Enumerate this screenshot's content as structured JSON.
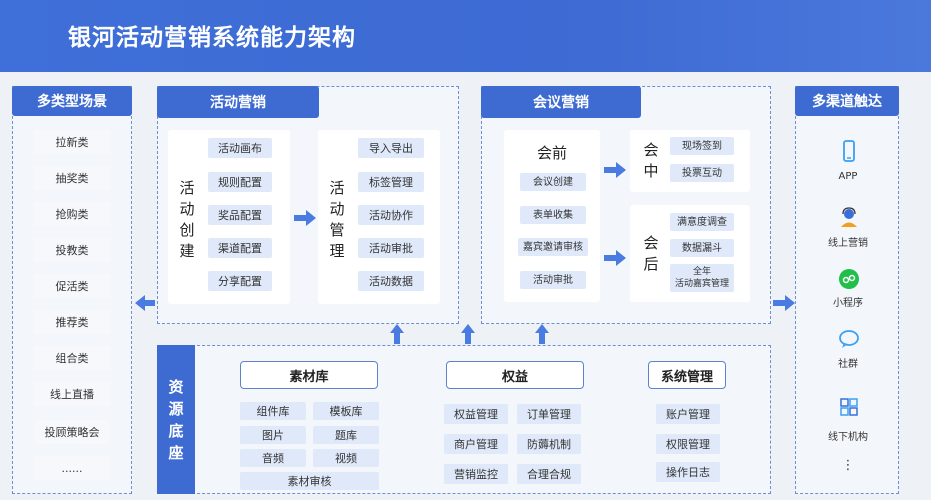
{
  "title": "银河活动营销系统能力架构",
  "scenes": {
    "header": "多类型场景",
    "items": [
      "拉新类",
      "抽奖类",
      "抢购类",
      "投教类",
      "促活类",
      "推荐类",
      "组合类",
      "线上直播",
      "投顾策略会",
      "......"
    ]
  },
  "activity_marketing": {
    "header": "活动营销",
    "create": {
      "label": "活动创建",
      "items": [
        "活动画布",
        "规则配置",
        "奖品配置",
        "渠道配置",
        "分享配置"
      ]
    },
    "manage": {
      "label": "活动管理",
      "items": [
        "导入导出",
        "标签管理",
        "活动协作",
        "活动审批",
        "活动数据"
      ]
    }
  },
  "meeting_marketing": {
    "header": "会议营销",
    "before": {
      "label": "会前",
      "items": [
        "会议创建",
        "表单收集",
        "嘉宾邀请审核",
        "活动审批"
      ]
    },
    "during": {
      "label": "会中",
      "items": [
        "现场签到",
        "投票互动"
      ]
    },
    "after": {
      "label": "会后",
      "items": [
        "满意度调查",
        "数据漏斗",
        "全年\n活动嘉宾管理"
      ]
    }
  },
  "channels": {
    "header": "多渠道触达",
    "items": [
      {
        "label": "APP",
        "icon": "phone-icon"
      },
      {
        "label": "线上营销",
        "icon": "agent-icon"
      },
      {
        "label": "小程序",
        "icon": "miniprogram-icon"
      },
      {
        "label": "社群",
        "icon": "chat-icon"
      },
      {
        "label": "线下机构",
        "icon": "org-icon"
      },
      {
        "label": "⋮",
        "icon": ""
      }
    ]
  },
  "base": {
    "label": "资源底座",
    "material": {
      "title": "素材库",
      "items": [
        "组件库",
        "模板库",
        "图片",
        "题库",
        "音频",
        "视频",
        "素材审核"
      ]
    },
    "rights": {
      "title": "权益",
      "items": [
        "权益管理",
        "订单管理",
        "商户管理",
        "防薅机制",
        "营销监控",
        "合理合规"
      ]
    },
    "system": {
      "title": "系统管理",
      "items": [
        "账户管理",
        "权限管理",
        "操作日志"
      ]
    }
  },
  "colors": {
    "primary": "#3e6bd2",
    "pill": "#dfe9f9",
    "arrow": "#4a7be0",
    "border": "#6c8fd6"
  }
}
